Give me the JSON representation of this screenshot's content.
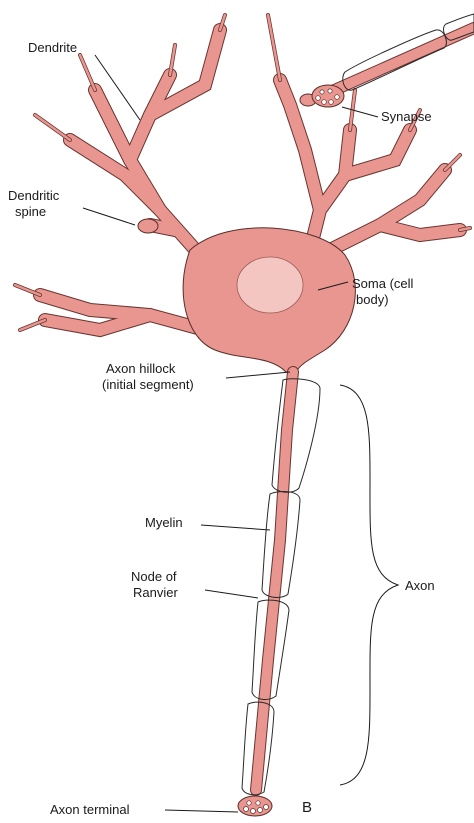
{
  "labels": {
    "dendrite": "Dendrite",
    "dendritic_spine_1": "Dendritic",
    "dendritic_spine_2": "spine",
    "synapse": "Synapse",
    "soma_1": "Soma (cell",
    "soma_2": "body)",
    "axon_hillock_1": "Axon hillock",
    "axon_hillock_2": "(initial segment)",
    "myelin": "Myelin",
    "node_1": "Node of",
    "node_2": "Ranvier",
    "axon": "Axon",
    "axon_terminal": "Axon terminal",
    "panel": "B"
  },
  "colors": {
    "neuron_fill": "#e8968f",
    "nucleus_fill": "#f4c6c1",
    "outline": "#5a2e2a"
  }
}
